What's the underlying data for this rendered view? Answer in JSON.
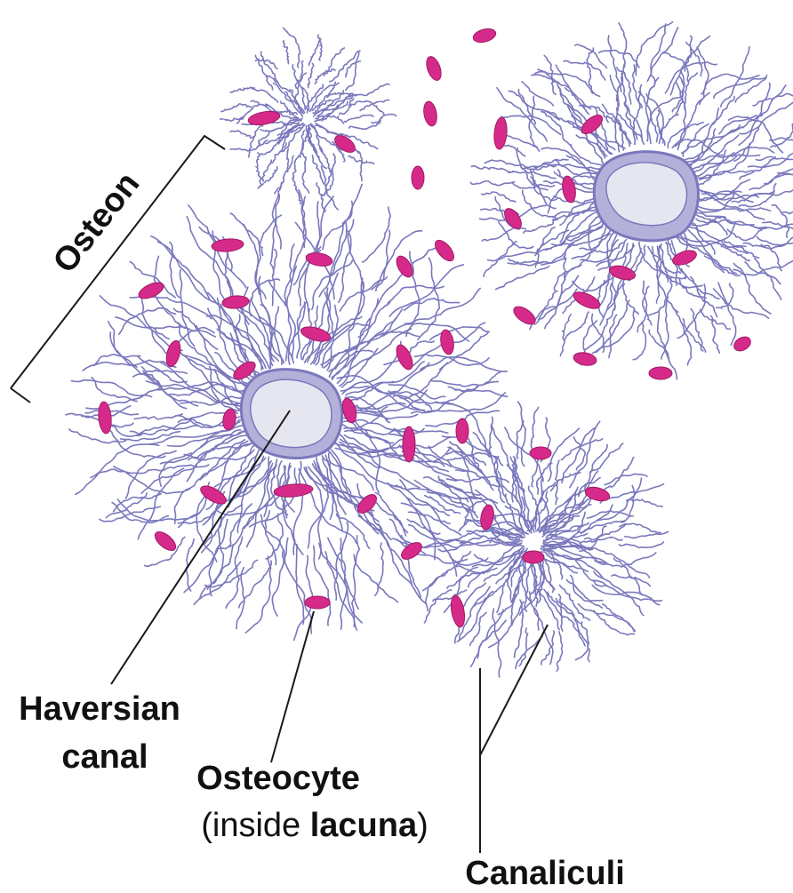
{
  "colors": {
    "canaliculi": "#7a78bc",
    "osteocyte": "#d62a8a",
    "canal_fill": "#e6e6f1",
    "canal_ring": "#b3b1d9",
    "leader": "#1a1a1a"
  },
  "labels": {
    "osteon": "Osteon",
    "haversian_line1": "Haversian",
    "haversian_line2": "canal",
    "osteocyte": "Osteocyte",
    "inside_open": "(inside ",
    "lacuna": "lacuna",
    "inside_close": ")",
    "canaliculi": "Canaliculi"
  }
}
